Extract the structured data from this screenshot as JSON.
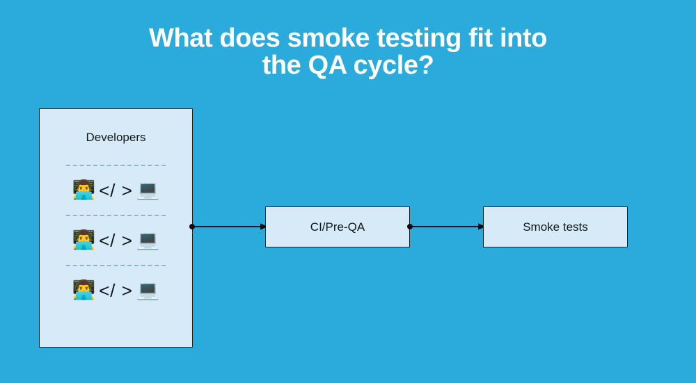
{
  "page": {
    "background_color": "#2aabdc",
    "node_fill_color": "#d6eaf7",
    "node_border_color": "#1a1a1a",
    "separator_color": "#93b3c6",
    "title_color": "#ffffff"
  },
  "title": {
    "line1": "What does smoke testing fit into",
    "line2": "the QA cycle?"
  },
  "diagram": {
    "type": "flowchart",
    "nodes": [
      {
        "id": "developers",
        "label": "Developers"
      },
      {
        "id": "ci-pre-qa",
        "label": "CI/Pre-QA"
      },
      {
        "id": "smoke-tests",
        "label": "Smoke tests"
      }
    ],
    "developers": {
      "label": "Developers",
      "rows": [
        {
          "person_icon": "technologist-emoji",
          "code": "</ >",
          "device_icon": "laptop-emoji"
        },
        {
          "person_icon": "technologist-emoji",
          "code": "</ >",
          "device_icon": "laptop-emoji"
        },
        {
          "person_icon": "technologist-emoji",
          "code": "</ >",
          "device_icon": "laptop-emoji"
        }
      ]
    },
    "edges": [
      {
        "from": "developers",
        "to": "ci-pre-qa",
        "style": "solid",
        "arrowhead": "right",
        "source_marker": "dot"
      },
      {
        "from": "ci-pre-qa",
        "to": "smoke-tests",
        "style": "solid",
        "arrowhead": "right",
        "source_marker": "dot"
      }
    ]
  }
}
